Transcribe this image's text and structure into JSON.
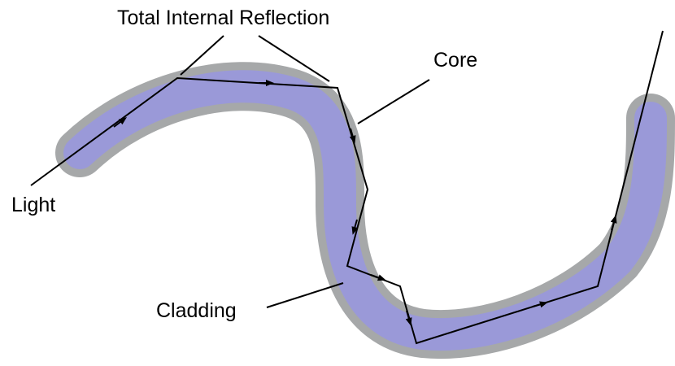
{
  "labels": {
    "total_internal_reflection": "Total Internal Reflection",
    "core": "Core",
    "light": "Light",
    "cladding": "Cladding"
  },
  "colors": {
    "cladding": "#a6a8a9",
    "core": "#9a99d8",
    "ray": "#000000",
    "background": "#ffffff"
  }
}
